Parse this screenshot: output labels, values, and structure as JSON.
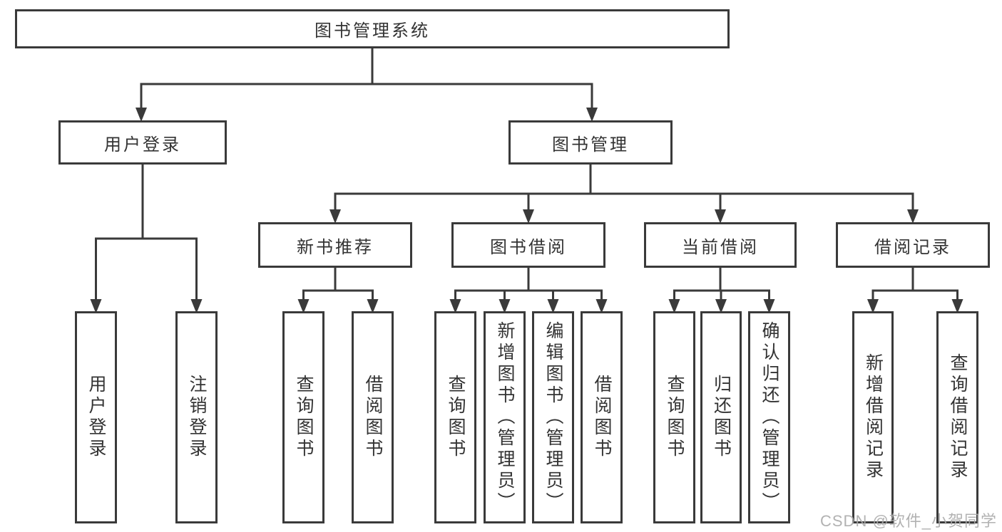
{
  "diagram": {
    "root": {
      "label": "图书管理系统"
    },
    "level2": [
      {
        "label": "用户登录"
      },
      {
        "label": "图书管理"
      }
    ],
    "level3": [
      {
        "label": "新书推荐"
      },
      {
        "label": "图书借阅"
      },
      {
        "label": "当前借阅"
      },
      {
        "label": "借阅记录"
      }
    ],
    "leaves": {
      "user_login": [
        "用户登录",
        "注销登录"
      ],
      "new_book": [
        "查询图书",
        "借阅图书"
      ],
      "book_borrow": [
        "查询图书",
        "新增图书（管理员）",
        "编辑图书（管理员）",
        "借阅图书"
      ],
      "current_borrow": [
        "查询图书",
        "归还图书",
        "确认归还（管理员）"
      ],
      "borrow_records": [
        "新增借阅记录",
        "查询借阅记录"
      ]
    },
    "watermark": "CSDN @软件_小贺同学",
    "colors": {
      "line": "#3a3a3a",
      "text": "#333333",
      "watermark": "#aaaaaa",
      "background": "#ffffff"
    }
  }
}
